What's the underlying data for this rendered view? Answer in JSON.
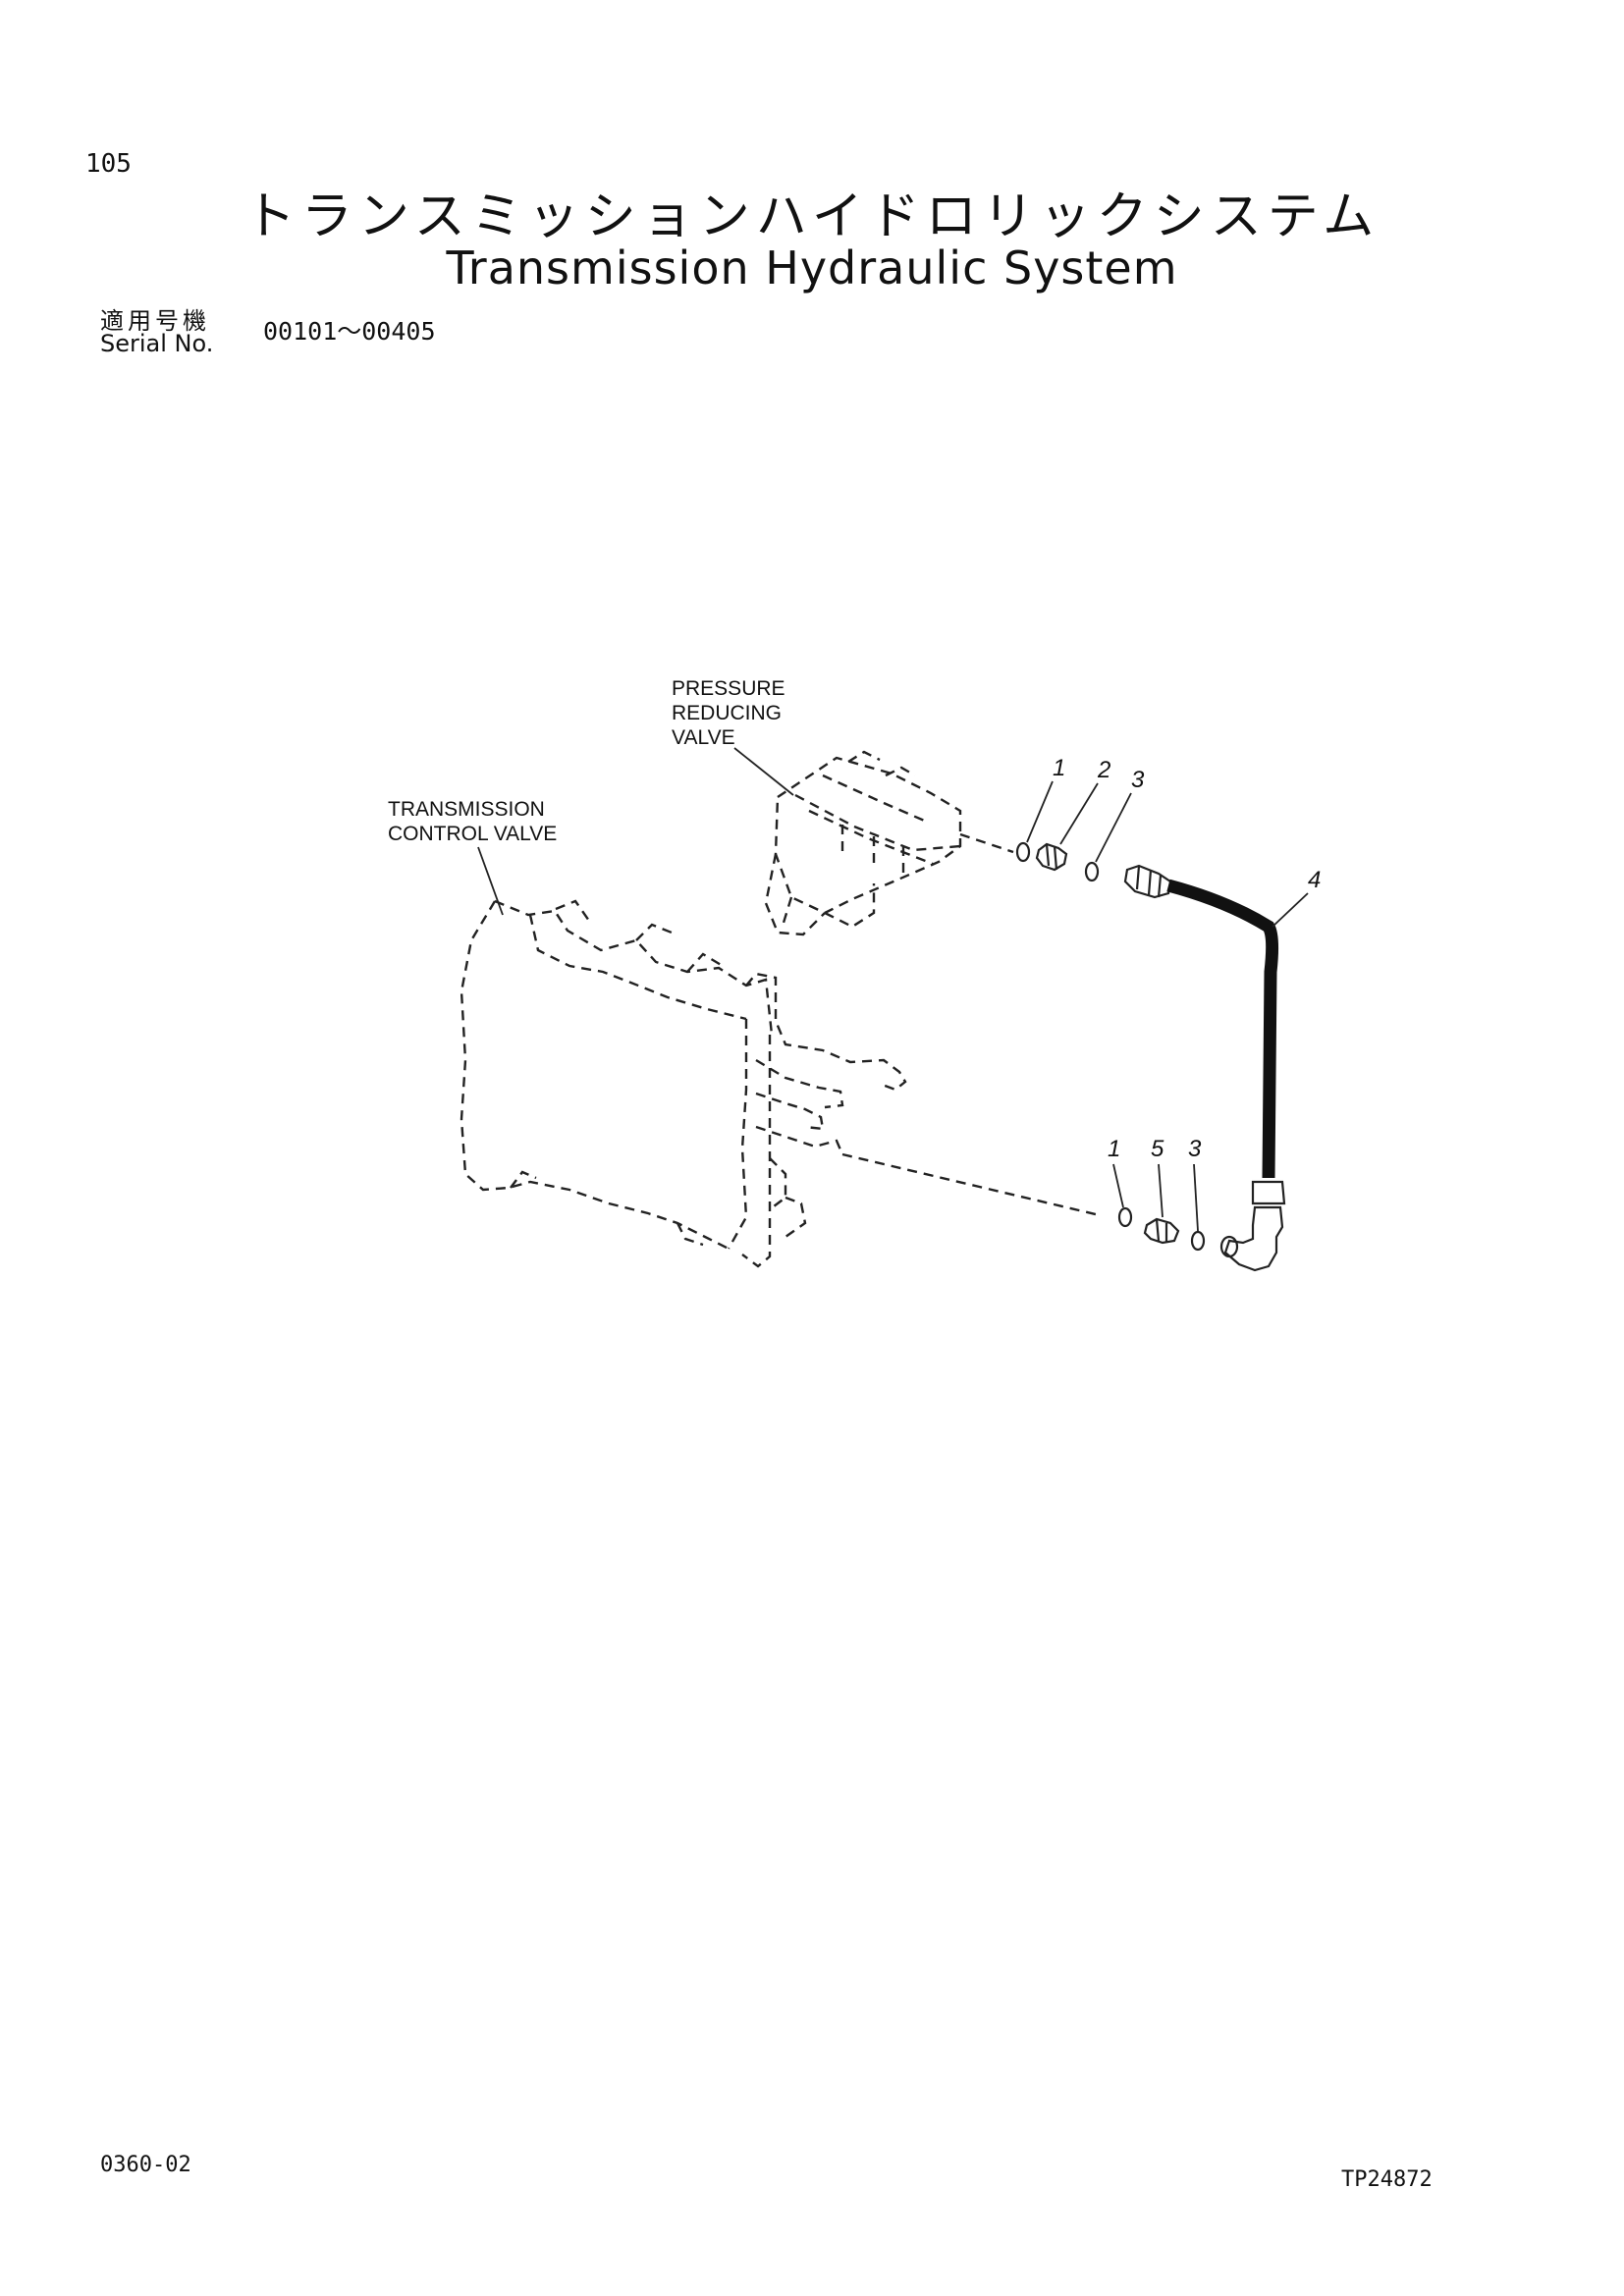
{
  "header": {
    "page_number": "105",
    "title_ja": "トランスミッションハイドロリックシステム",
    "title_en": "Transmission Hydraulic System",
    "serial_label_ja": "適用号機",
    "serial_label_en": "Serial No.",
    "serial_range": "00101～00405"
  },
  "diagram": {
    "labels": {
      "pressure_valve": [
        "PRESSURE",
        "REDUCING",
        "VALVE"
      ],
      "control_valve": [
        "TRANSMISSION",
        "CONTROL VALVE"
      ]
    },
    "callouts": {
      "top_1": "1",
      "top_2": "2",
      "top_3": "3",
      "hose_4": "4",
      "bottom_1": "1",
      "bottom_5": "5",
      "bottom_3": "3"
    }
  },
  "footer": {
    "doc_code": "0360-02",
    "ref_code": "TP24872"
  }
}
